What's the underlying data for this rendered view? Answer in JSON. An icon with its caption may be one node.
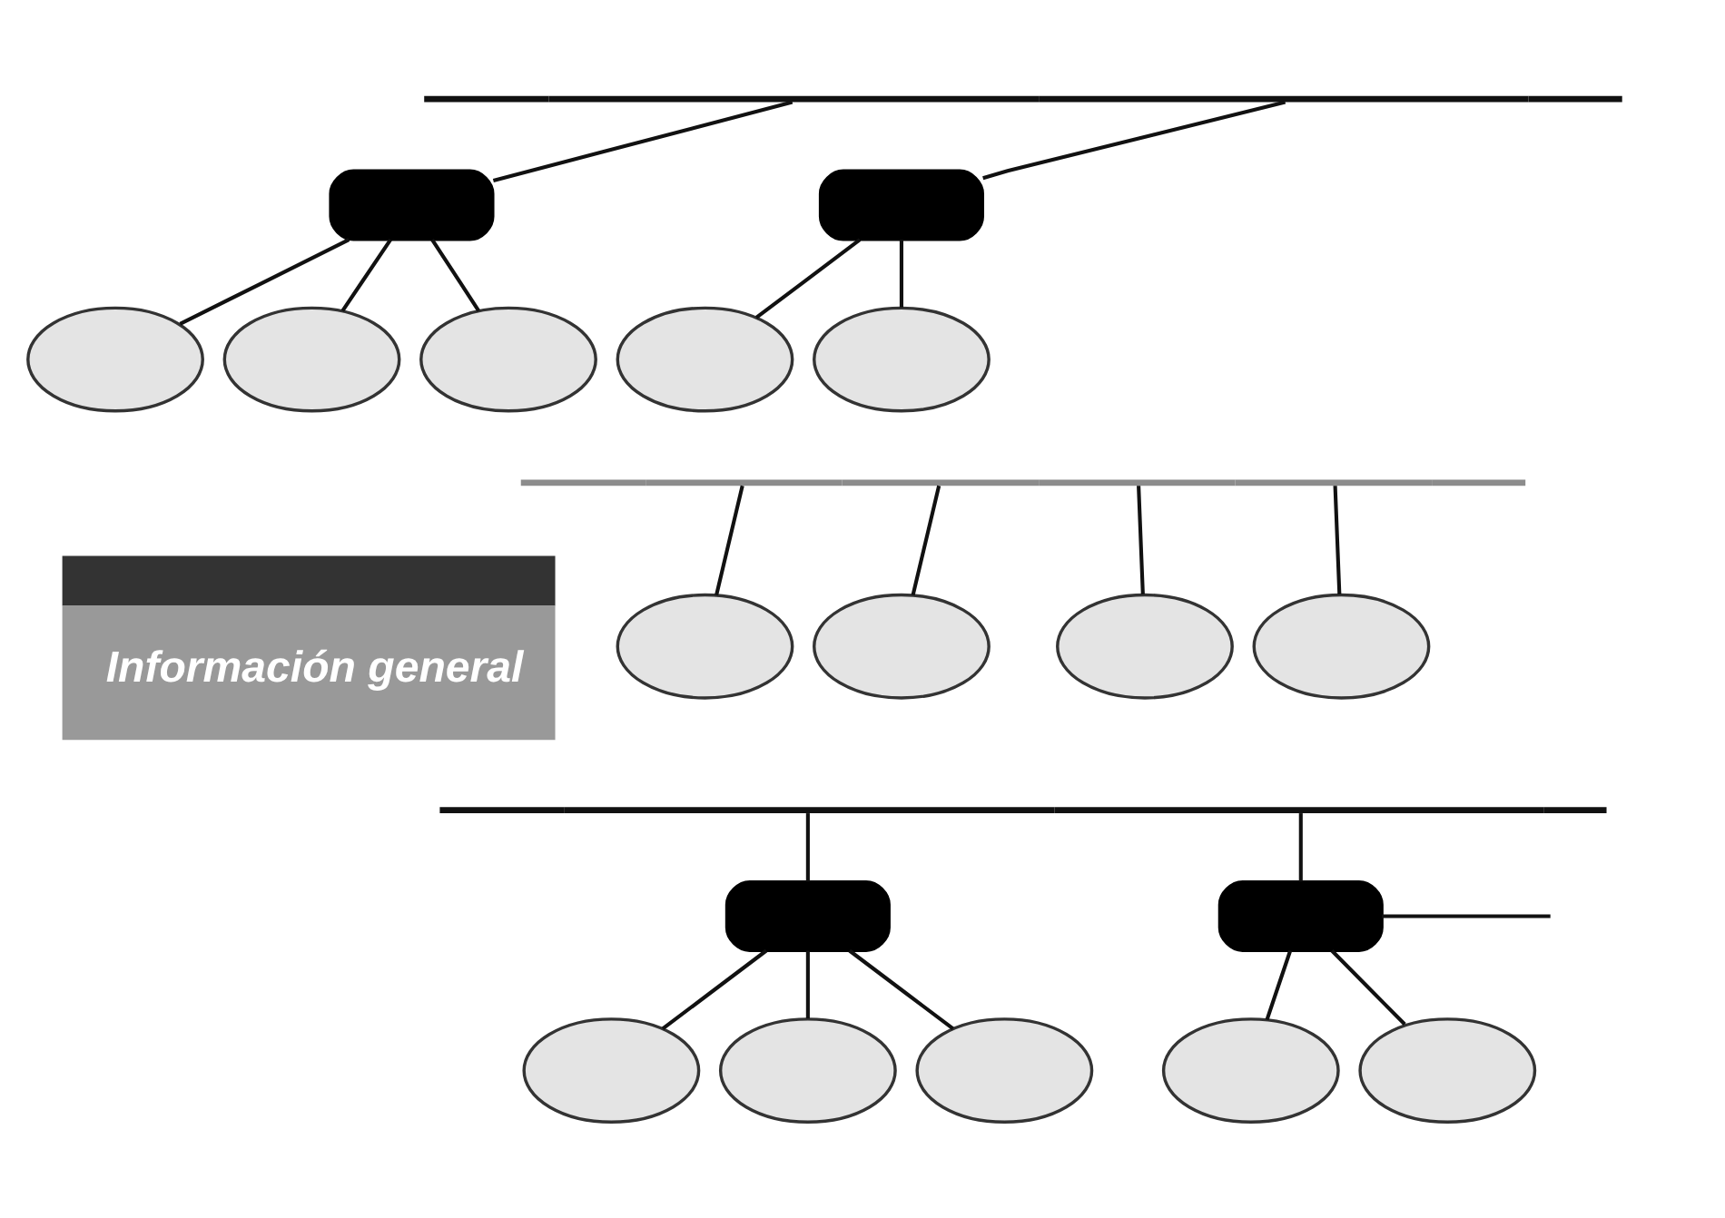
{
  "diagram": {
    "nodes": [
      {
        "text": [
          "Información general"
        ]
      },
      {
        "text": [],
        "shape": "bar"
      },
      {
        "text": [],
        "shape": "box"
      },
      {
        "text": [],
        "shape": "box"
      },
      {
        "text": [],
        "shape": "ellipse"
      },
      {
        "text": [],
        "shape": "ellipse"
      },
      {
        "text": [],
        "shape": "ellipse"
      },
      {
        "text": [],
        "shape": "ellipse"
      },
      {
        "text": [],
        "shape": "ellipse"
      },
      {
        "text": [],
        "shape": "bar"
      },
      {
        "text": [],
        "shape": "ellipse"
      },
      {
        "text": [],
        "shape": "ellipse"
      },
      {
        "text": [],
        "shape": "ellipse"
      },
      {
        "text": [],
        "shape": "ellipse"
      },
      {
        "text": [],
        "shape": "bar"
      },
      {
        "text": [],
        "shape": "box"
      },
      {
        "text": [],
        "shape": "box"
      },
      {
        "text": [],
        "shape": "ellipse"
      },
      {
        "text": [],
        "shape": "ellipse"
      },
      {
        "text": [],
        "shape": "ellipse"
      },
      {
        "text": [],
        "shape": "ellipse"
      },
      {
        "text": [],
        "shape": "ellipse"
      }
    ],
    "edges": [
      {
        "from": 1,
        "to": 2,
        "arrow": "none"
      },
      {
        "from": 1,
        "to": 3,
        "arrow": "none"
      },
      {
        "from": 2,
        "to": 4,
        "arrow": "none"
      },
      {
        "from": 2,
        "to": 5,
        "arrow": "none"
      },
      {
        "from": 2,
        "to": 6,
        "arrow": "none"
      },
      {
        "from": 3,
        "to": 7,
        "arrow": "none"
      },
      {
        "from": 3,
        "to": 8,
        "arrow": "none"
      },
      {
        "from": 9,
        "to": 10,
        "arrow": "none"
      },
      {
        "from": 9,
        "to": 11,
        "arrow": "none"
      },
      {
        "from": 9,
        "to": 12,
        "arrow": "none"
      },
      {
        "from": 9,
        "to": 13,
        "arrow": "none"
      },
      {
        "from": 14,
        "to": 15,
        "arrow": "none"
      },
      {
        "from": 14,
        "to": 16,
        "arrow": "none"
      },
      {
        "from": 15,
        "to": 17,
        "arrow": "none"
      },
      {
        "from": 15,
        "to": 18,
        "arrow": "none"
      },
      {
        "from": 15,
        "to": 19,
        "arrow": "none"
      },
      {
        "from": 16,
        "to": 20,
        "arrow": "none"
      },
      {
        "from": 16,
        "to": 21,
        "arrow": "none"
      },
      {
        "from": 16,
        "to": null,
        "arrow": "none"
      }
    ]
  }
}
